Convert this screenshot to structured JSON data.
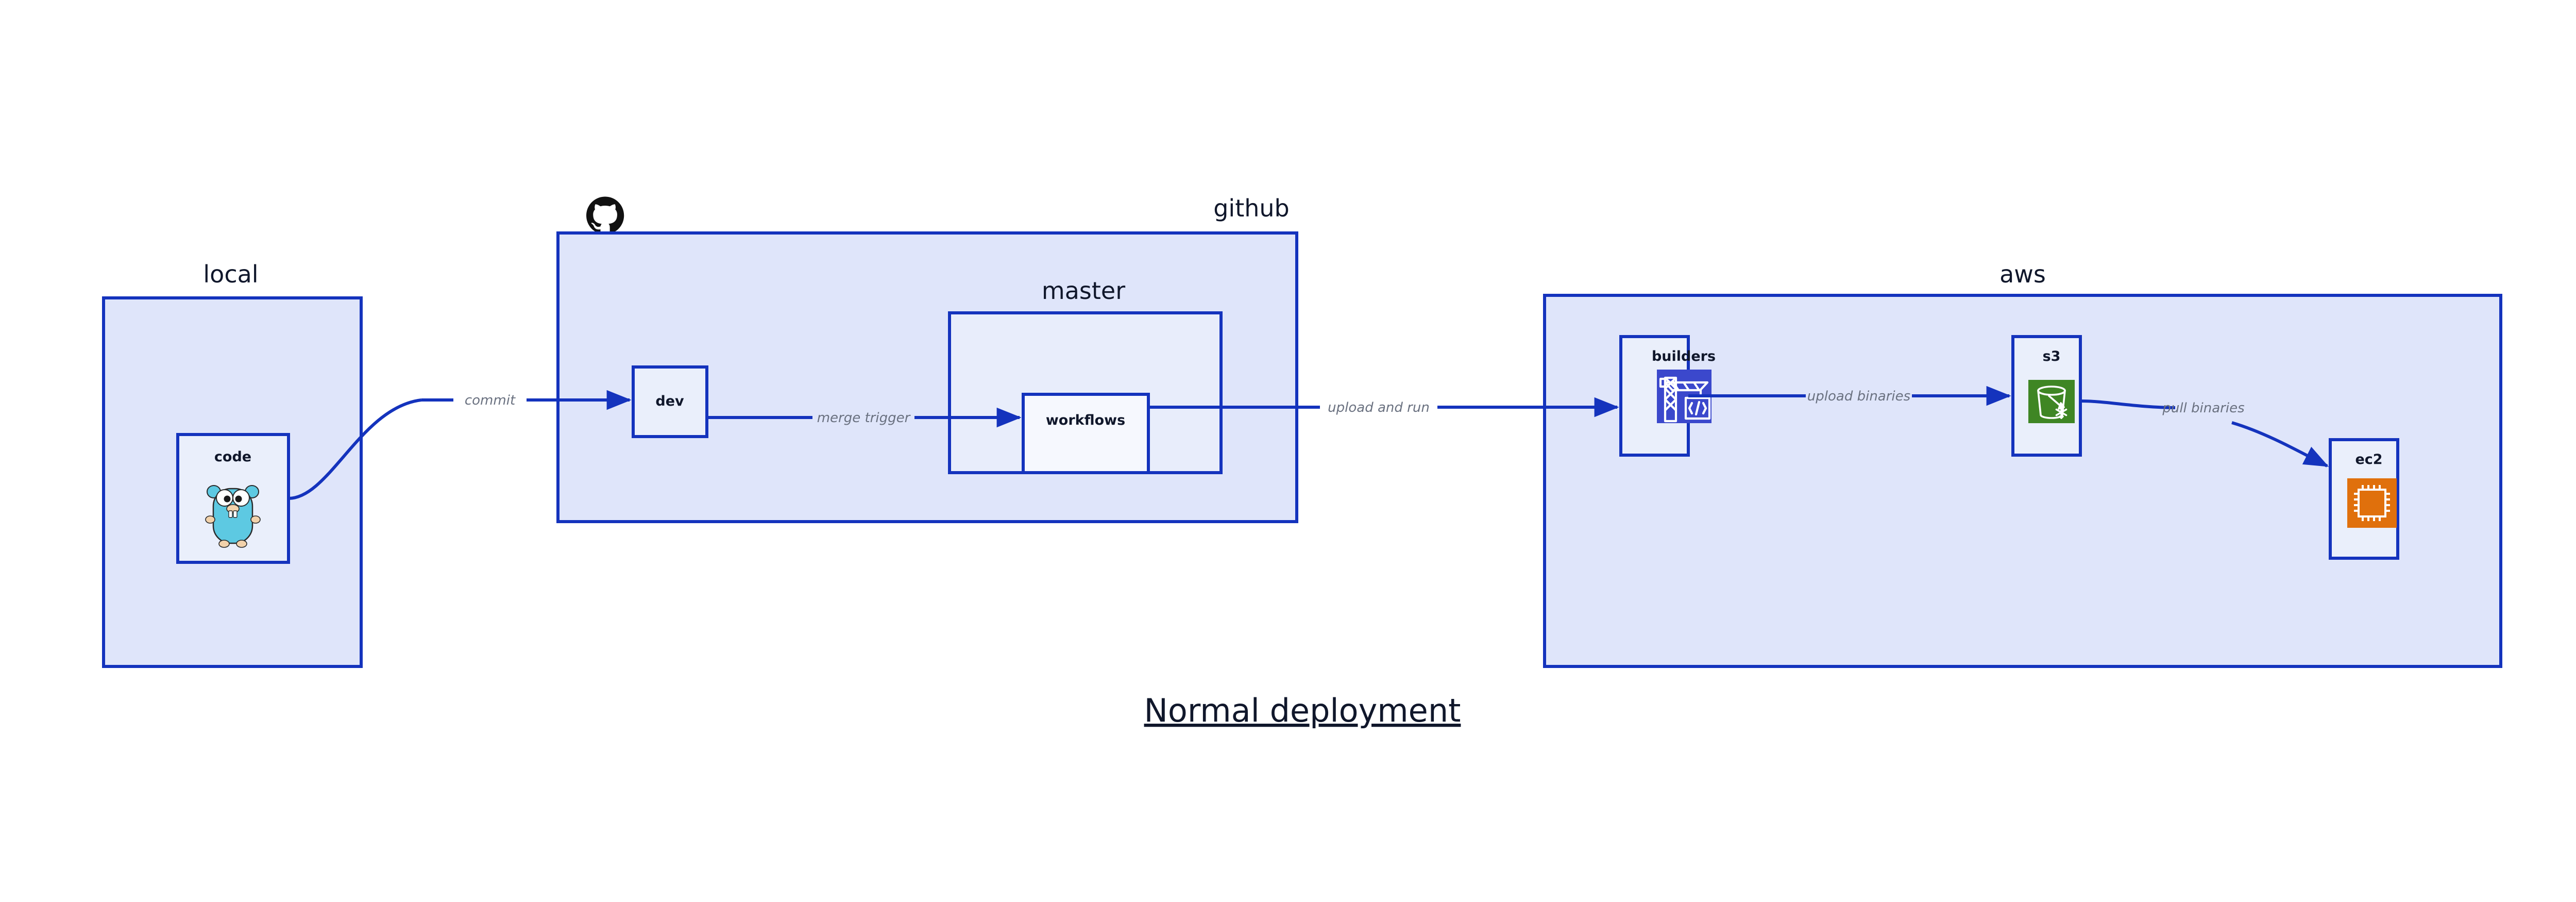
{
  "diagram": {
    "title": "Normal deployment",
    "background_color": "#ffffff",
    "accent_color": "#1433bd",
    "container_fill": "#dfe5fa",
    "node_fill": "#eaeffb",
    "label_color": "#10172b",
    "edge_label_color": "#6a7180"
  },
  "groups": {
    "local": {
      "label": "local",
      "nodes": {
        "code": {
          "label": "code",
          "icon": "go-gopher-icon"
        }
      }
    },
    "github": {
      "label": "github",
      "icon": "github-octocat-icon",
      "nodes": {
        "dev": {
          "label": "dev"
        }
      },
      "subgroups": {
        "master": {
          "label": "master",
          "nodes": {
            "workflows": {
              "label": "workflows"
            }
          }
        }
      }
    },
    "aws": {
      "label": "aws",
      "nodes": {
        "builders": {
          "label": "builders",
          "icon": "aws-codebuild-crane-icon",
          "icon_color": "#3b48cc"
        },
        "s3": {
          "label": "s3",
          "icon": "aws-s3-glacier-bucket-icon",
          "icon_color": "#3f8624"
        },
        "ec2": {
          "label": "ec2",
          "icon": "aws-ec2-chip-icon",
          "icon_color": "#e0700c"
        }
      }
    }
  },
  "edges": [
    {
      "id": "commit",
      "label": "commit",
      "from": "code",
      "to": "dev"
    },
    {
      "id": "merge-trigger",
      "label": "merge trigger",
      "from": "dev",
      "to": "workflows"
    },
    {
      "id": "upload-and-run",
      "label": "upload and run",
      "from": "workflows",
      "to": "builders"
    },
    {
      "id": "upload-binaries",
      "label": "upload binaries",
      "from": "builders",
      "to": "s3"
    },
    {
      "id": "pull-binaries",
      "label": "pull binaries",
      "from": "s3",
      "to": "ec2"
    }
  ]
}
